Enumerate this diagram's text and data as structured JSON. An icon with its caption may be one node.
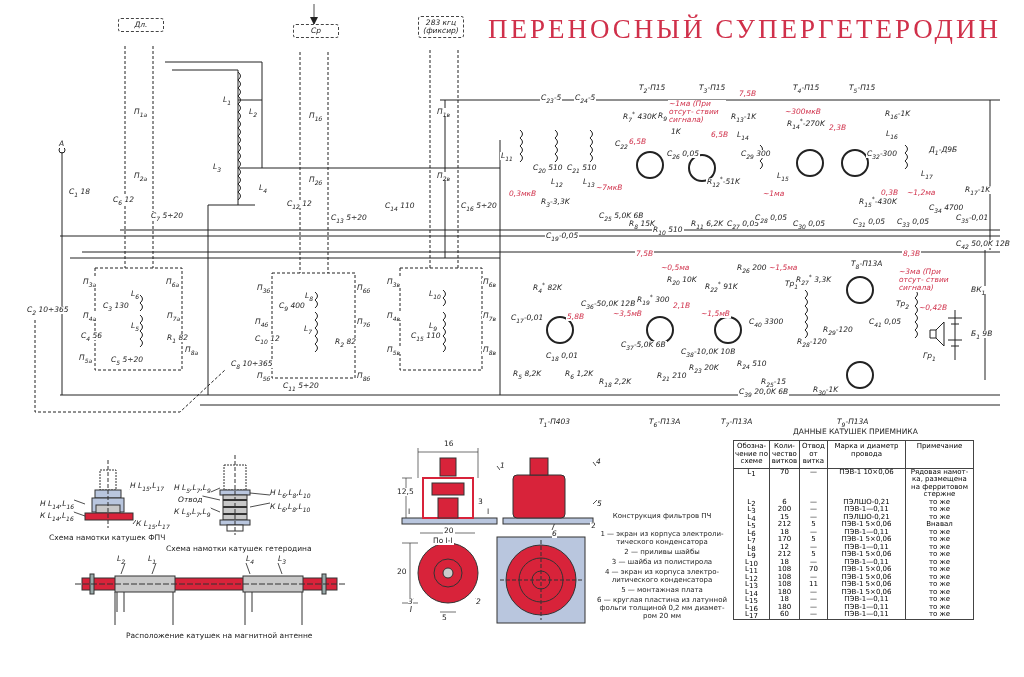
{
  "diagram": {
    "title": "ПЕРЕНОСНЫЙ СУПЕРГЕТЕРОДИН",
    "nodes": [
      {
        "text": [
          "Дл."
        ]
      },
      {
        "text": [
          "Ср"
        ]
      },
      {
        "text": [
          "283 кгц (фиксир)"
        ]
      },
      {
        "text": [
          "Н L$_{14}$,L$_{16}$"
        ]
      },
      {
        "text": [
          "К L$_{14}$,L$_{16}$"
        ]
      },
      {
        "text": [
          "Н L$_{15}$,L$_{17}$"
        ]
      },
      {
        "text": [
          "К L$_{15}$,L$_{17}$"
        ]
      },
      {
        "text": [
          "Н L$_{5}$,L$_{7}$,L$_{9}$"
        ]
      },
      {
        "text": [
          "Отвод"
        ]
      },
      {
        "text": [
          "К L$_{5}$,L$_{7}$,L$_{9}$"
        ]
      },
      {
        "text": [
          "Н L$_{6}$,L$_{8}$,L$_{10}$"
        ]
      },
      {
        "text": [
          "К L$_{6}$,L$_{8}$,L$_{10}$"
        ]
      },
      {
        "text": [
          "L$_{2}$"
        ]
      },
      {
        "text": [
          "L$_{1}$"
        ]
      },
      {
        "text": [
          "L$_{4}$"
        ]
      },
      {
        "text": [
          "L$_{3}$"
        ]
      },
      {
        "text": [
          "1"
        ]
      },
      {
        "text": [
          "3"
        ]
      },
      {
        "text": [
          "2"
        ]
      },
      {
        "text": [
          "4"
        ]
      },
      {
        "text": [
          "5"
        ]
      },
      {
        "text": [
          "6"
        ]
      },
      {
        "text": [],
        "shape": "picture"
      },
      {
        "text": [],
        "shape": "picture"
      },
      {
        "text": [],
        "shape": "picture"
      },
      {
        "text": [],
        "shape": "picture"
      },
      {
        "text": [],
        "shape": "picture"
      },
      {
        "text": [],
        "shape": "picture"
      },
      {
        "text": [],
        "shape": "picture"
      }
    ],
    "edges": [
      {
        "from": null,
        "to": 1,
        "arrow": "to"
      },
      {
        "from": 3,
        "to": 22,
        "arrow": "none"
      },
      {
        "from": 4,
        "to": 22,
        "arrow": "none"
      },
      {
        "from": 5,
        "to": 22,
        "arrow": "none"
      },
      {
        "from": 6,
        "to": 22,
        "arrow": "none"
      },
      {
        "from": 7,
        "to": 23,
        "arrow": "none"
      },
      {
        "from": 8,
        "to": 23,
        "arrow": "none"
      },
      {
        "from": 9,
        "to": 23,
        "arrow": "none"
      },
      {
        "from": 10,
        "to": 23,
        "arrow": "none"
      },
      {
        "from": 11,
        "to": 23,
        "arrow": "none"
      },
      {
        "from": 12,
        "to": 24,
        "arrow": "none"
      },
      {
        "from": 13,
        "to": 24,
        "arrow": "none"
      },
      {
        "from": 14,
        "to": 24,
        "arrow": "none"
      },
      {
        "from": 15,
        "to": 24,
        "arrow": "none"
      },
      {
        "from": 16,
        "to": 25,
        "arrow": "none"
      },
      {
        "from": 17,
        "to": 26,
        "arrow": "none"
      },
      {
        "from": 18,
        "to": 26,
        "arrow": "none"
      },
      {
        "from": 19,
        "to": 27,
        "arrow": "none"
      },
      {
        "from": 20,
        "to": 27,
        "arrow": "none"
      },
      {
        "from": 21,
        "to": 27,
        "arrow": "none"
      }
    ],
    "labels": [
      "А",
      "С$_{1}$ 18",
      "С$_{2}$ 10÷365",
      "П$_{1а}$",
      "П$_{2а}$",
      "С$_{6}$ 12",
      "С$_{7}$ 5÷20",
      "L$_{1}$",
      "L$_{2}$",
      "L$_{3}$",
      "L$_{4}$",
      "П$_{1б}$",
      "П$_{2б}$",
      "С$_{12}$ 12",
      "С$_{13}$ 5÷20",
      "П$_{1в}$",
      "П$_{2в}$",
      "С$_{14}$ 110",
      "С$_{16}$ 5÷20",
      "П$_{3а}$",
      "П$_{6а}$",
      "L$_{6}$",
      "С$_{3}$ 130",
      "П$_{4а}$",
      "L$_{5}$",
      "П$_{7а}$",
      "С$_{4}$ 56",
      "R$_{1}$ 82",
      "П$_{8а}$",
      "П$_{5а}$",
      "С$_{5}$ 5÷20",
      "С$_{8}$ 10÷365",
      "П$_{3б}$",
      "С$_{9}$ 400",
      "L$_{8}$",
      "П$_{6б}$",
      "П$_{4б}$",
      "L$_{7}$",
      "П$_{7б}$",
      "С$_{10}$ 12",
      "R$_{2}$ 82",
      "П$_{5б}$",
      "П$_{8б}$",
      "С$_{11}$ 5÷20",
      "П$_{3в}$",
      "L$_{10}$",
      "П$_{6в}$",
      "П$_{4в}$",
      "L$_{9}$",
      "С$_{15}$ 110",
      "П$_{7в}$",
      "П$_{5в}$",
      "П$_{8в}$",
      "Т$_{2}$-П15",
      "Т$_{3}$-П15",
      "Т$_{4}$-П15",
      "Т$_{5}$-П15",
      "С$_{23}$-5",
      "С$_{24}$-5",
      "L$_{11}$",
      "С$_{20}$ 510",
      "С$_{21}$ 510",
      "С$_{22}$ 510",
      "L$_{12}$",
      "L$_{13}$",
      "R$_{7}$$^{*}$ 430K",
      "R$_{9}$",
      "~1ма (При отсут- ствии сигнала)",
      "6,5В",
      "1K",
      "С$_{26}$ 0,05",
      "6,5В",
      "7,5В",
      "R$_{13}$-1K",
      "L$_{14}$",
      "С$_{29}$ 300",
      "~300мкВ",
      "R$_{14}$$^{*}$-270K",
      "L$_{15}$",
      "2,3В",
      "~7мкВ",
      "0,3мкВ",
      "R$_{12}$$^{*}$-51K",
      "~1ма",
      "R$_{3}$-3,3K",
      "С$_{19}$-0,05",
      "С$_{25}$ 5,0K 6В",
      "R$_{8}$ 15K",
      "R$_{10}$ 510",
      "R$_{11}$ 6,2K",
      "С$_{27}$ 0,05",
      "С$_{28}$ 0,05",
      "С$_{30}$ 0,05",
      "R$_{16}$-1K",
      "L$_{16}$",
      "С$_{32}$-300",
      "Д$_{1}$-Д9Б",
      "L$_{17}$",
      "R$_{17}$-1K",
      "R$_{15}$$^{*}$-430K",
      "0,3В",
      "~1,2ма",
      "С$_{31}$ 0,05",
      "С$_{33}$ 0,05",
      "С$_{34}$ 4700",
      "С$_{35}$-0,01",
      "С$_{42}$ 50,0K 12В",
      "7,5В",
      "R$_{4}$$^{*}$ 82K",
      "С$_{17}$-0,01",
      "5,8В",
      "С$_{36}$-50,0K 12В",
      "С$_{18}$ 0,01",
      "R$_{5}$ 8,2K",
      "R$_{6}$ 1,2K",
      "R$_{18}$ 2,2K",
      "~0,5ма",
      "R$_{20}$ 10K",
      "R$_{19}$$^{*}$ 300",
      "2,1В",
      "~3,5мВ",
      "С$_{37}$-5,0K 6В",
      "R$_{21}$ 210",
      "R$_{22}$$^{*}$ 91K",
      "~1,5мВ",
      "С$_{38}$-10,0K 10В",
      "R$_{23}$ 20K",
      "R$_{24}$ 510",
      "R$_{25}$-15",
      "С$_{39}$ 20,0K 6В",
      "R$_{26}$ 200",
      "~1,5ма",
      "Тр$_{1}$",
      "R$_{27}$$^{*}$ 3,3K",
      "С$_{40}$ 3300",
      "R$_{28}$-120",
      "R$_{29}$-120",
      "Т$_{8}$-П13А",
      "8,3В",
      "~3ма (При отсут- ствии сигнала)",
      "Тр$_{2}$",
      "ВК$_{1}$",
      "С$_{41}$ 0,05",
      "~0,42В",
      "Б$_{1}$ 9В",
      "Гр$_{1}$",
      "R$_{30}$-1K",
      "Т$_{1}$-П403",
      "Т$_{6}$-П13А",
      "Т$_{7}$-П13А",
      "Т$_{9}$-П13А",
      "ДАННЫЕ КАТУШЕК ПРИЕМНИКА",
      "Обозна- чение по схеме",
      "Коли- чество витков",
      "Отвод от витка",
      "Марка и диаметр провода",
      "Примечание",
      "L$_{1}$",
      "70",
      "—",
      "ПЭВ-1 10×0,06",
      "Рядовая намот- ка, размещена на ферритовом стержне",
      "L$_{2}$",
      "6",
      "—",
      "ПЭЛШО-0,21",
      "то же",
      "L$_{3}$",
      "200",
      "—",
      "ПЭВ-1—0,11",
      "то же",
      "L$_{4}$",
      "15",
      "—",
      "ПЭЛШО-0,21",
      "то же",
      "L$_{5}$",
      "212",
      "5",
      "ПЭВ-1 5×0,06",
      "Внавал",
      "L$_{6}$",
      "18",
      "—",
      "ПЭВ-1—0,11",
      "то же",
      "L$_{7}$",
      "170",
      "5",
      "ПЭВ-1 5×0,06",
      "то же",
      "L$_{8}$",
      "12",
      "—",
      "ПЭВ-1—0,11",
      "то же",
      "L$_{9}$",
      "212",
      "5",
      "ПЭВ-1 5×0,06",
      "то же",
      "L$_{10}$",
      "18",
      "—",
      "ПЭВ-1—0,11",
      "то же",
      "L$_{11}$",
      "108",
      "70",
      "ПЭВ-1 5×0,06",
      "то же",
      "L$_{12}$",
      "108",
      "—",
      "ПЭВ-1 5×0,06",
      "то же",
      "L$_{13}$",
      "108",
      "11",
      "ПЭВ-1 5×0,06",
      "то же",
      "L$_{14}$",
      "180",
      "—",
      "ПЭВ-1 5×0,06",
      "то же",
      "L$_{15}$",
      "18",
      "—",
      "ПЭВ-1—0,11",
      "то же",
      "L$_{16}$",
      "180",
      "—",
      "ПЭВ-1—0,11",
      "то же",
      "L$_{17}$",
      "60",
      "—",
      "ПЭВ-1—0,11",
      "то же",
      "Схема намотки катушек ФПЧ",
      "Схема намотки катушек гетеродина",
      "Расположение катушек на магнитной антенне",
      "16",
      "12,5",
      "I",
      "I",
      "3",
      "20",
      "По I-I",
      "20",
      "5",
      "2",
      "Конструкция фильтров ПЧ",
      "1 — экран из корпуса электроли- тического конденсатора",
      "2 — приливы шайбы",
      "3 — шайба из полистирола",
      "4 — экран из корпуса электро- литического конденсатора",
      "5 — монтажная плата",
      "6 — круглая пластина из латунной фольги толщиной 0,2 мм диамет- ром 20 мм"
    ]
  }
}
